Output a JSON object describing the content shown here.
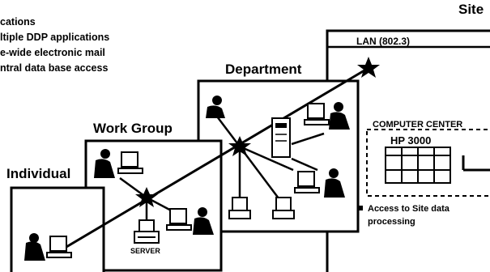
{
  "bullets": [
    "cations",
    "ltiple DDP applications",
    "e-wide electronic mail",
    "ntral data base access"
  ],
  "levels": {
    "site": "Site",
    "department": "Department",
    "work_group": "Work Group",
    "individual": "Individual"
  },
  "site": {
    "lan_label": "LAN (802.3)",
    "computer_center": "COMPUTER CENTER",
    "mainframe": "HP 3000",
    "access_line1": "Access to Site data",
    "access_line2": "processing"
  },
  "work_group": {
    "server_label": "SERVER"
  }
}
